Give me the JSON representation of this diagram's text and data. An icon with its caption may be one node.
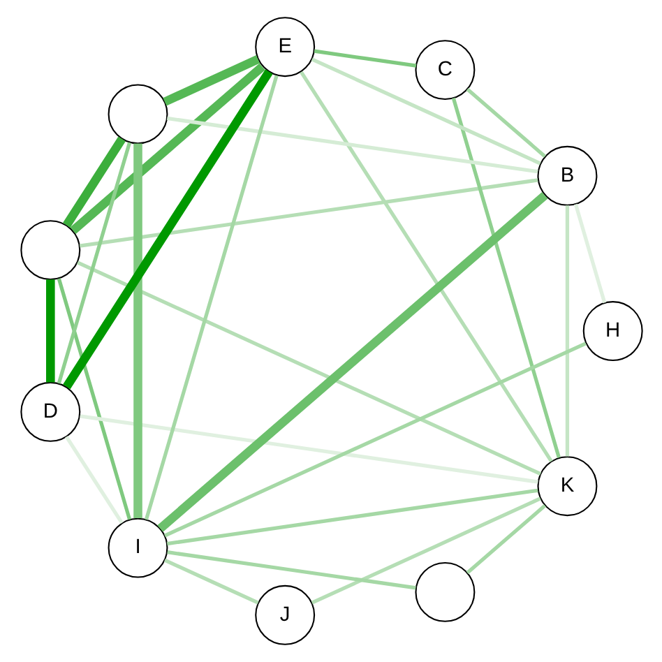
{
  "diagram": {
    "nodes": [
      {
        "text": [],
        "shape": "circle"
      },
      {
        "text": [
          "K"
        ]
      },
      {
        "text": [
          "B"
        ]
      },
      {
        "text": [
          "J"
        ]
      },
      {
        "text": [
          "C"
        ]
      },
      {
        "text": [
          "I"
        ]
      },
      {
        "text": [
          "D"
        ]
      },
      {
        "text": [
          "H"
        ]
      },
      {
        "text": [
          "E"
        ]
      },
      {
        "text": [],
        "shape": "circle"
      },
      {
        "text": [],
        "shape": "circle"
      }
    ],
    "edges": [
      {
        "from": 0,
        "to": 1,
        "arrow": "none",
        "color": "#b5deb5"
      },
      {
        "from": 0,
        "to": 2,
        "arrow": "none",
        "color": "#b5deb5"
      },
      {
        "from": 0,
        "to": 5,
        "arrow": "none",
        "color": "#7fc97f"
      },
      {
        "from": 0,
        "to": 10,
        "arrow": "none",
        "style": "thick",
        "color": "#3cae3c"
      },
      {
        "from": 0,
        "to": 8,
        "arrow": "none",
        "style": "thick",
        "color": "#55b855"
      },
      {
        "from": 0,
        "to": 6,
        "arrow": "none",
        "style": "thick",
        "color": "#009900"
      },
      {
        "from": 1,
        "to": 2,
        "arrow": "none",
        "color": "#c5e5c5"
      },
      {
        "from": 1,
        "to": 3,
        "arrow": "none",
        "color": "#b5deb5"
      },
      {
        "from": 1,
        "to": 4,
        "arrow": "none",
        "color": "#90d090"
      },
      {
        "from": 1,
        "to": 5,
        "arrow": "none",
        "color": "#a5d8a5"
      },
      {
        "from": 1,
        "to": 9,
        "arrow": "none",
        "color": "#a5d8a5"
      },
      {
        "from": 1,
        "to": 8,
        "arrow": "none",
        "color": "#b5deb5"
      },
      {
        "from": 1,
        "to": 6,
        "arrow": "none",
        "color": "#e0f0e0"
      },
      {
        "from": 2,
        "to": 5,
        "arrow": "none",
        "style": "thick",
        "color": "#6cc06c"
      },
      {
        "from": 2,
        "to": 4,
        "arrow": "none",
        "color": "#a5d8a5"
      },
      {
        "from": 2,
        "to": 8,
        "arrow": "none",
        "color": "#c5e5c5"
      },
      {
        "from": 2,
        "to": 10,
        "arrow": "none",
        "color": "#d5ecd5"
      },
      {
        "from": 2,
        "to": 7,
        "arrow": "none",
        "color": "#e0f0e0"
      },
      {
        "from": 4,
        "to": 8,
        "arrow": "none",
        "color": "#7fc97f"
      },
      {
        "from": 3,
        "to": 5,
        "arrow": "none",
        "color": "#b5deb5"
      },
      {
        "from": 5,
        "to": 6,
        "arrow": "none",
        "color": "#e0f0e0"
      },
      {
        "from": 5,
        "to": 8,
        "arrow": "none",
        "color": "#a5d8a5"
      },
      {
        "from": 5,
        "to": 10,
        "arrow": "none",
        "style": "thick",
        "color": "#7fc97f"
      },
      {
        "from": 5,
        "to": 9,
        "arrow": "none",
        "color": "#a5d8a5"
      },
      {
        "from": 5,
        "to": 7,
        "arrow": "none",
        "color": "#a5d8a5"
      },
      {
        "from": 6,
        "to": 8,
        "arrow": "none",
        "style": "thick",
        "color": "#009900"
      },
      {
        "from": 6,
        "to": 10,
        "arrow": "none",
        "color": "#90d090"
      },
      {
        "from": 8,
        "to": 10,
        "arrow": "none",
        "style": "thick",
        "color": "#55b855"
      }
    ]
  }
}
